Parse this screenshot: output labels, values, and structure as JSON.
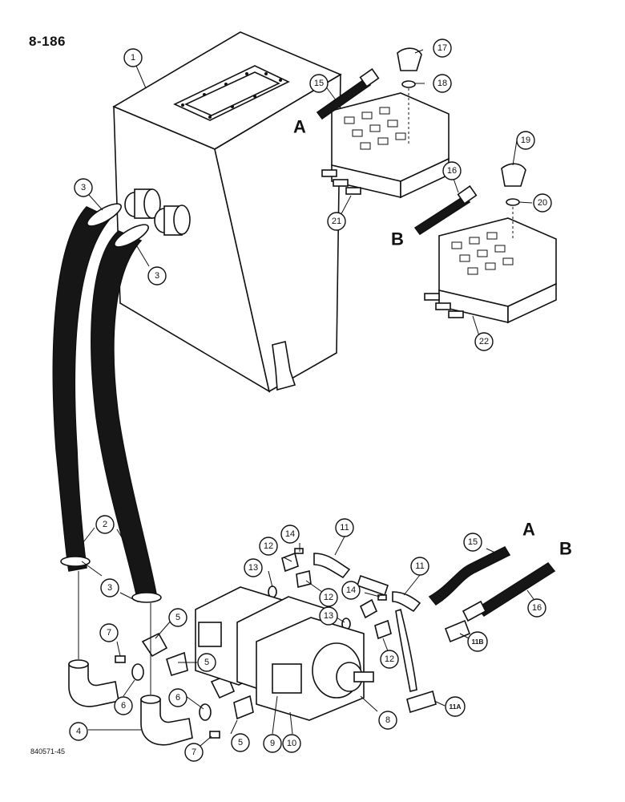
{
  "header": {
    "page_number": "8-186"
  },
  "footer": {
    "figure_code": "840571-45"
  },
  "callouts": {
    "c1": "1",
    "c2": "2",
    "c3a": "3",
    "c3b": "3",
    "c3c": "3",
    "c4": "4",
    "c5a": "5",
    "c5b": "5",
    "c5c": "5",
    "c6a": "6",
    "c6b": "6",
    "c7a": "7",
    "c7b": "7",
    "c8": "8",
    "c9": "9",
    "c10": "10",
    "c11a": "11",
    "c11b": "11",
    "c11A": "11A",
    "c11B": "11B",
    "c12a": "12",
    "c12b": "12",
    "c12c": "12",
    "c13a": "13",
    "c13b": "13",
    "c14a": "14",
    "c14b": "14",
    "c15a": "15",
    "c15b": "15",
    "c16a": "16",
    "c16b": "16",
    "c17": "17",
    "c18": "18",
    "c19": "19",
    "c20": "20",
    "c21": "21",
    "c22": "22"
  },
  "hose_labels": {
    "a1": "A",
    "b1": "B",
    "a2": "A",
    "b2": "B"
  }
}
